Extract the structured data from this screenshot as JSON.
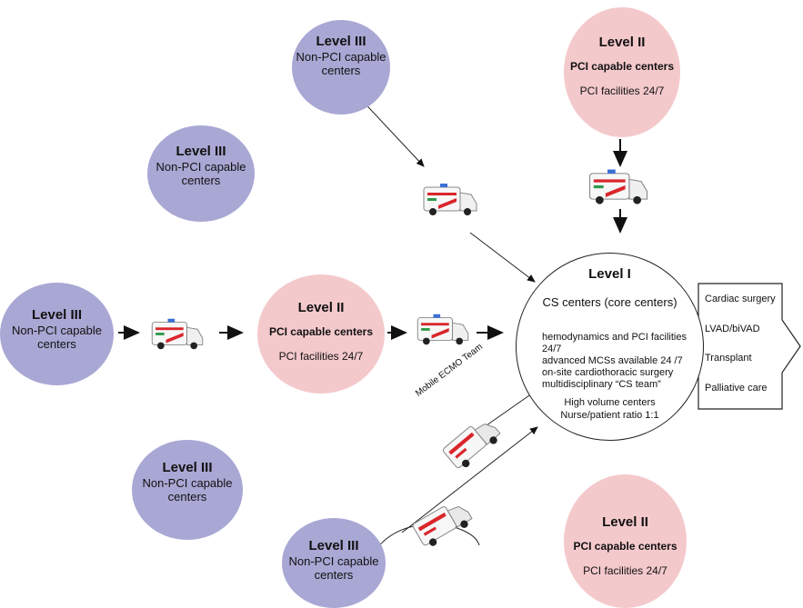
{
  "nodes": {
    "l3_top": {
      "level": "Level III",
      "line1": "Non-PCI capable",
      "line2": "centers"
    },
    "l3_upper_left": {
      "level": "Level III",
      "line1": "Non-PCI capable",
      "line2": "centers"
    },
    "l3_left": {
      "level": "Level III",
      "line1": "Non-PCI capable",
      "line2": "centers"
    },
    "l3_lower_left": {
      "level": "Level III",
      "line1": "Non-PCI capable",
      "line2": "centers"
    },
    "l3_bottom": {
      "level": "Level III",
      "line1": "Non-PCI capable",
      "line2": "centers"
    },
    "l2_top": {
      "level": "Level II",
      "line1": "PCI capable centers",
      "line2": "PCI facilities 24/7"
    },
    "l2_mid": {
      "level": "Level II",
      "line1": "PCI capable centers",
      "line2": "PCI facilities 24/7"
    },
    "l2_bottom": {
      "level": "Level II",
      "line1": "PCI capable centers",
      "line2": "PCI facilities 24/7"
    }
  },
  "core": {
    "level": "Level I",
    "title": "CS centers (core centers)",
    "items": [
      "hemodynamics and PCI facilities 24/7",
      "advanced MCSs available 24 /7",
      "on-site cardiothoracic surgery",
      "multidisciplinary “CS team”"
    ],
    "line_a": "High volume centers",
    "line_b": "Nurse/patient ratio 1:1"
  },
  "outcomes": [
    "Cardiac surgery",
    "LVAD/biVAD",
    "Transplant",
    "Palliative care"
  ],
  "ecmo_label": "Mobile ECMO Team",
  "colors": {
    "level3": "#a9a7d4",
    "level2": "#f4c9cc",
    "ambulance_red": "#d9262b",
    "ambulance_green": "#2f9a4a"
  }
}
